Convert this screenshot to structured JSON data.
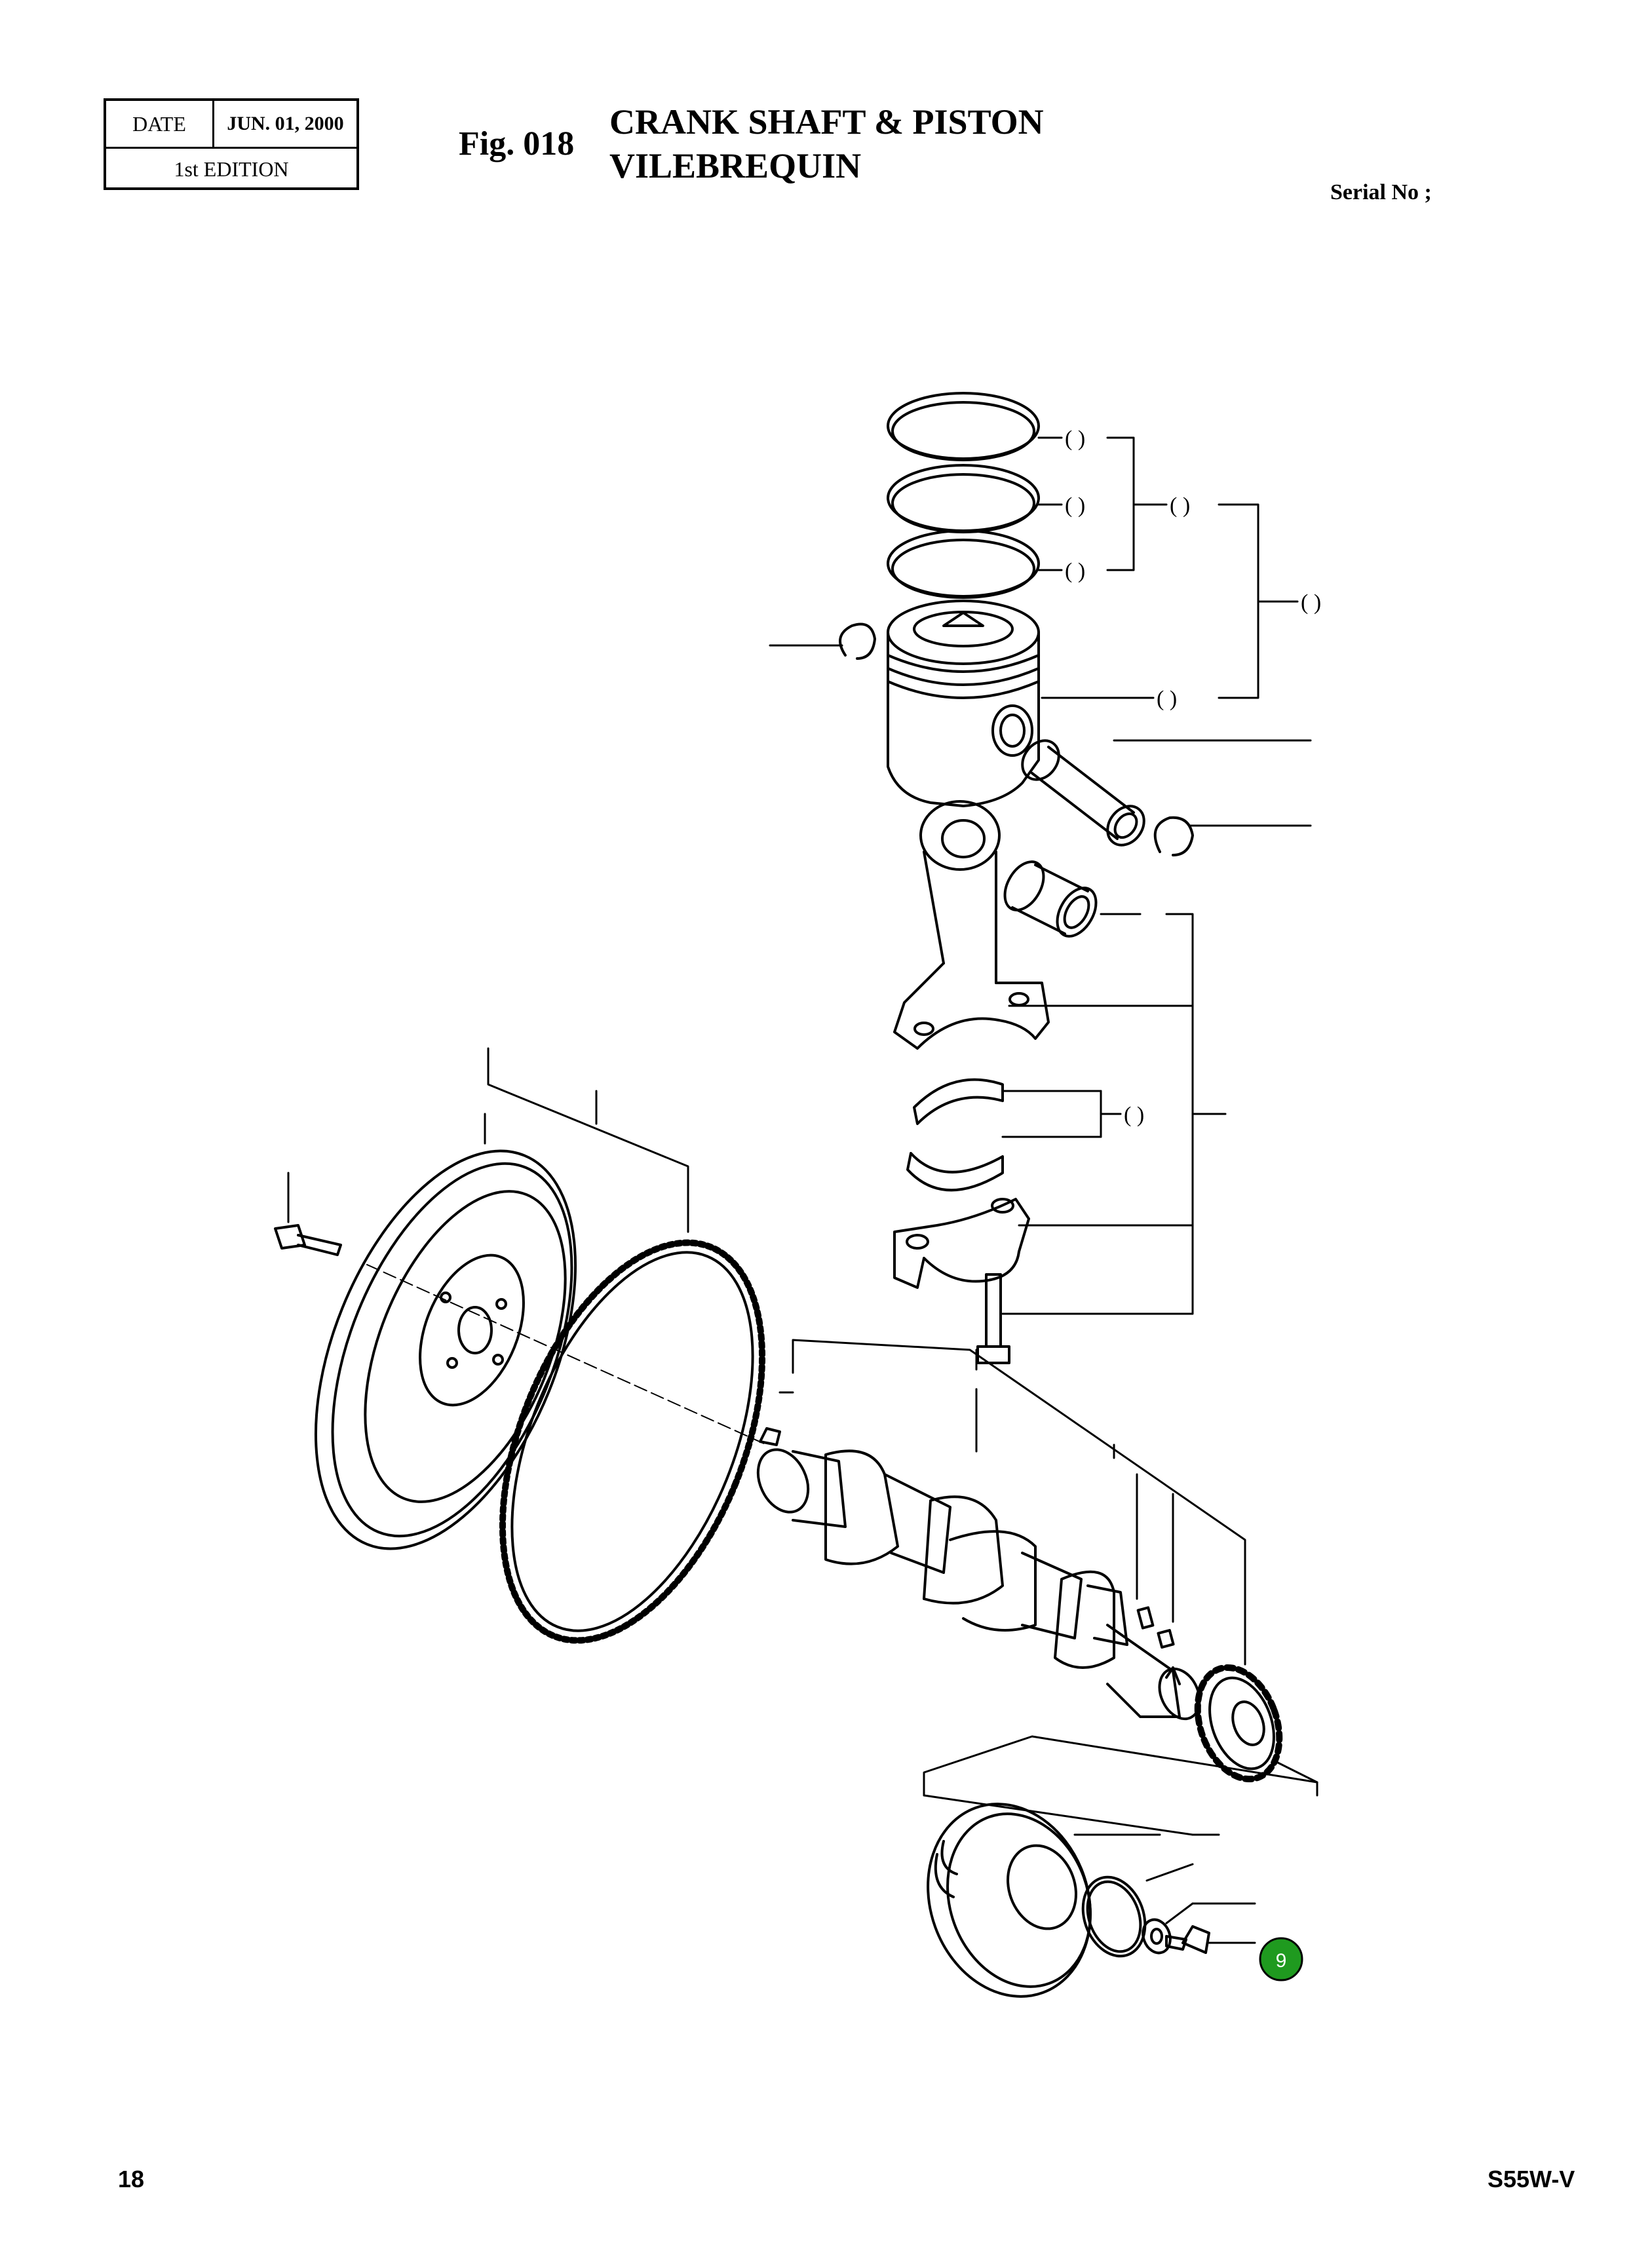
{
  "header": {
    "date_label": "DATE",
    "date_value": "JUN. 01, 2000",
    "edition": "1st EDITION",
    "figure_number": "Fig. 018",
    "title_en": "CRANK SHAFT & PISTON",
    "title_fr": "VILEBREQUIN",
    "serial_label": "Serial No ;"
  },
  "diagram": {
    "blank_ref": "(   )",
    "callout_badge": "9",
    "badge_color": "#1f9a1f",
    "parts": [
      "piston-ring-top-icon",
      "piston-ring-second-icon",
      "piston-ring-oil-icon",
      "piston-icon",
      "circlip-icon",
      "piston-pin-icon",
      "small-end-bushing-icon",
      "connecting-rod-icon",
      "bearing-shell-icon",
      "rod-cap-icon",
      "rod-bolt-icon",
      "flywheel-icon",
      "ring-gear-icon",
      "crankshaft-icon",
      "crank-gear-icon",
      "pulley-icon",
      "o-ring-icon",
      "washer-icon",
      "pulley-bolt-icon"
    ]
  },
  "footer": {
    "page_number": "18",
    "model": "S55W-V"
  }
}
